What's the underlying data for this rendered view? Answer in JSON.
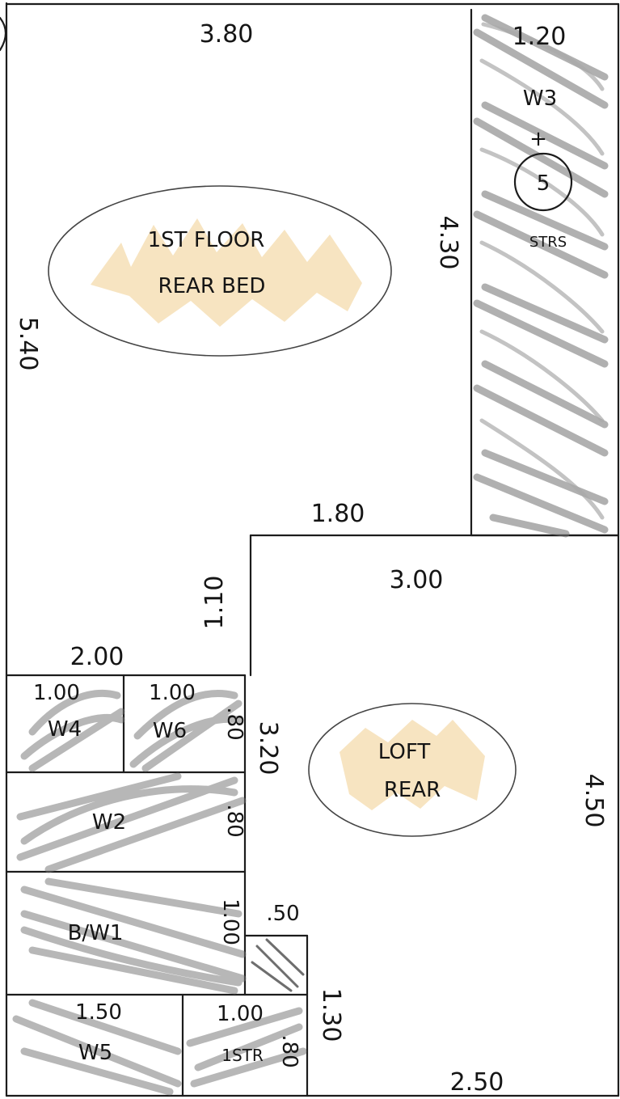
{
  "colors": {
    "ink": "#1c1c1c",
    "hatch_dark": "#6f6f6f",
    "hatch_light": "#a9a9a9",
    "crayon": "#f4d9a6"
  },
  "rooms": {
    "first_floor_bedroom": {
      "line1": "1ST FLOOR",
      "line2": "REAR BED"
    },
    "loft_rear": {
      "line1": "LOFT",
      "line2": "REAR"
    }
  },
  "dimensions": {
    "top_width": "3.80",
    "stair_width": "1.20",
    "bedroom_depth": "4.30",
    "left_height": "5.40",
    "step_width": "1.80",
    "loft_width": "3.00",
    "step_height": "1.10",
    "wardrobe_block_width": "2.00",
    "w4_width": "1.00",
    "w6_width": "1.00",
    "w6_depth": ".80",
    "loft_left_height": "3.20",
    "loft_height": "4.50",
    "w2_depth": ".80",
    "bw1_depth": "1.00",
    "small_width": ".50",
    "small_height": "1.30",
    "w5_width": "1.50",
    "str_width": "1.00",
    "str_depth": ".80",
    "bottom_width": "2.50"
  },
  "labels": {
    "w3": "W3",
    "plus": "+",
    "five": "5",
    "strs": "STRS",
    "w4": "W4",
    "w6": "W6",
    "w2": "W2",
    "bw1": "B/W1",
    "w5": "W5",
    "str": "1STR"
  }
}
